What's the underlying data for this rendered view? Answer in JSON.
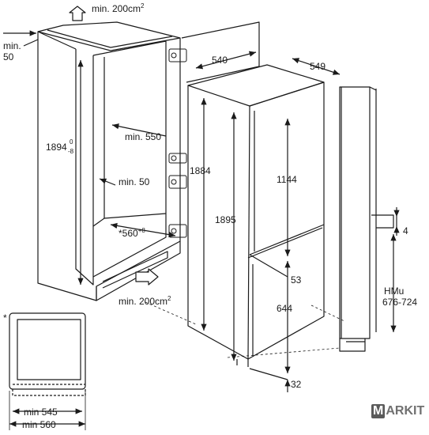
{
  "labels": {
    "vent_top": "min. 200cm",
    "vent_top_sup": "2",
    "min50_side_a": "min.",
    "min50_side_b": "50",
    "height_niche": "1894",
    "height_niche_tol_top": "0",
    "height_niche_tol_bottom": "-8",
    "depth_min550": "min. 550",
    "depth_min50": "min. 50",
    "width_niche": "*560",
    "width_niche_sup": "+8",
    "vent_bottom": "min. 200cm",
    "vent_bottom_sup": "2",
    "appliance_width": "540",
    "appliance_depth": "549",
    "appliance_height": "1884",
    "door_height_total": "1895",
    "upper_door": "1144",
    "gap_53": "53",
    "lower_door": "644",
    "foot_32": "32",
    "gap_4": "4",
    "hmu_label": "HMu",
    "hmu_range": "676-724",
    "inset_min545": "min 545",
    "inset_min560": "min 560",
    "asterisk": "*"
  },
  "logo": {
    "letter": "M",
    "text": "ARKIT"
  },
  "colors": {
    "line": "#1a1a1a",
    "arrow_fill": "#ffffff",
    "logo": "#707070"
  }
}
